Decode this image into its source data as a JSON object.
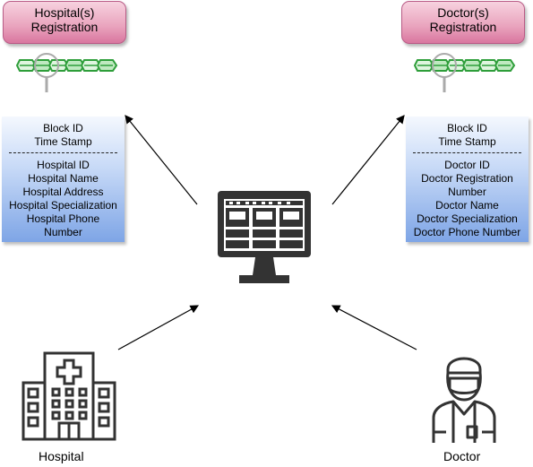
{
  "hospital_registration": {
    "line1": "Hospital(s)",
    "line2": "Registration"
  },
  "doctor_registration": {
    "line1": "Doctor(s)",
    "line2": "Registration"
  },
  "hospital_block": {
    "header": [
      "Block ID",
      "Time Stamp"
    ],
    "fields": [
      "Hospital ID",
      "Hospital Name",
      "Hospital Address",
      "Hospital Specialization",
      "Hospital Phone",
      "Number"
    ]
  },
  "doctor_block": {
    "header": [
      "Block ID",
      "Time Stamp"
    ],
    "fields": [
      "Doctor  ID",
      "Doctor Registration",
      "Number",
      "Doctor Name",
      "Doctor Specialization",
      "Doctor Phone Number"
    ]
  },
  "captions": {
    "hospital": "Hospital",
    "doctor": "Doctor"
  },
  "colors": {
    "registration_fill": "#e9a3bd",
    "block_fill": "#7ea5e6",
    "chain_green": "#2e9e3a",
    "icon_dark": "#333333"
  },
  "icons": [
    "blockchain-icon",
    "computer-monitor-icon",
    "hospital-building-icon",
    "doctor-icon"
  ]
}
